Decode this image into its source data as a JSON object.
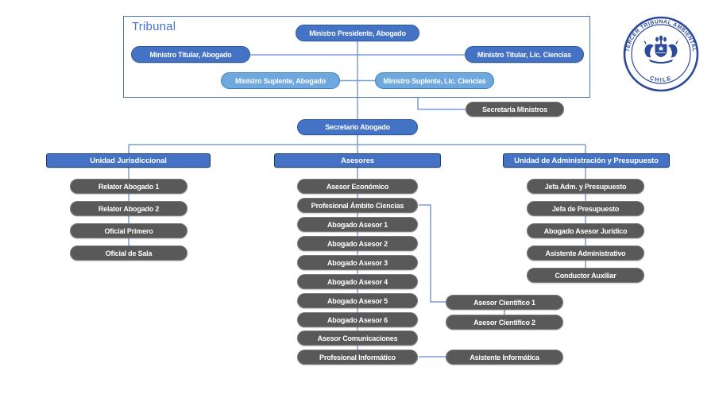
{
  "title": "Organigrama Tercer Tribunal Ambiental",
  "colors": {
    "accent_blue": "#4472C4",
    "light_blue": "#6FA8DC",
    "dark_gray": "#595959",
    "connector_blue": "#7D9BD9",
    "header_border": "#203864",
    "seal_blue": "#2C4A9B",
    "background": "#ffffff"
  },
  "tribunal": {
    "label": "Tribunal",
    "nodes": [
      {
        "label": "Ministro Presidente, Abogado"
      },
      {
        "label": "Ministro Titular, Abogado"
      },
      {
        "label": "Ministro Titular, Lic. Ciencias"
      },
      {
        "label": "Ministro Suplente, Abogado"
      },
      {
        "label": "Ministro Suplente, Lic. Ciencias"
      }
    ]
  },
  "secretaria_ministros": "Secretaria Ministros",
  "secretario_abogado": "Secretario Abogado",
  "units": [
    {
      "header": "Unidad Jurisdiccional",
      "members": [
        "Relator Abogado 1",
        "Relator Abogado 2",
        "Oficial Primero",
        "Oficial de Sala"
      ]
    },
    {
      "header": "Asesores",
      "members": [
        "Asesor Económico",
        "Profesional Ámbito Ciencias",
        "Abogado Asesor 1",
        "Abogado Asesor 2",
        "Abogado Asesor 3",
        "Abogado Asesor 4",
        "Abogado Asesor 5",
        "Abogado Asesor 6",
        "Asesor Comunicaciones",
        "Profesional Informático"
      ]
    },
    {
      "header": "Unidad de Administración y Presupuesto",
      "members": [
        "Jefa Adm. y Presupuesto",
        "Jefa de Presupuesto",
        "Abogado Asesor Jurídico",
        "Asistente Administrativo",
        "Conductor Auxiliar"
      ]
    }
  ],
  "satellites": [
    "Asesor Científico 1",
    "Asesor Científico 2",
    "Asistente Informática"
  ],
  "logo": {
    "arc_text": "TERCER TRIBUNAL AMBIENTAL",
    "bottom_text": "CHILE"
  }
}
